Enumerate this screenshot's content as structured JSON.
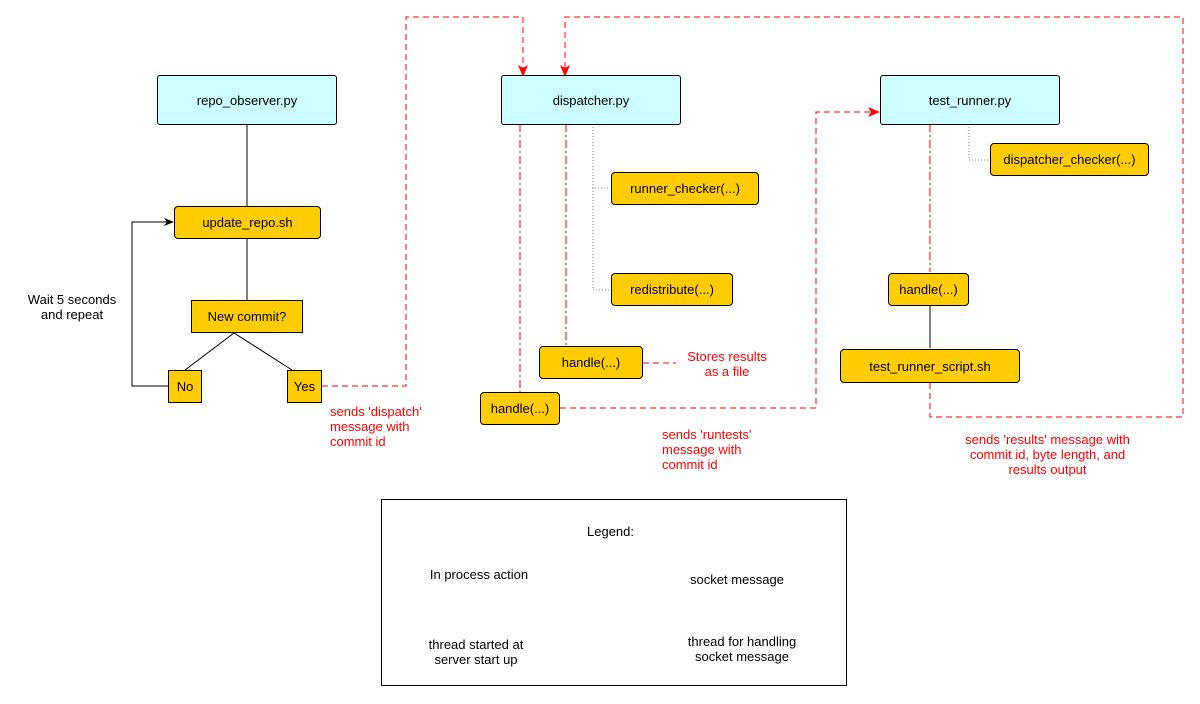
{
  "nodes": {
    "repo_observer": "repo_observer.py",
    "update_repo": "update_repo.sh",
    "new_commit": "New commit?",
    "no": "No",
    "yes": "Yes",
    "dispatcher": "dispatcher.py",
    "runner_checker": "runner_checker(...)",
    "redistribute": "redistribute(...)",
    "dispatcher_handle_results": "handle(...)",
    "dispatcher_handle_dispatch": "handle(...)",
    "test_runner": "test_runner.py",
    "dispatcher_checker": "dispatcher_checker(...)",
    "test_runner_handle": "handle(...)",
    "test_runner_script": "test_runner_script.sh"
  },
  "annotations": {
    "wait": "Wait 5 seconds\nand repeat",
    "sends_dispatch": "sends 'dispatch'\nmessage with\ncommit id",
    "stores_results": "Stores results\nas a file",
    "sends_runtests": "sends 'runtests'\nmessage with\ncommit id",
    "sends_results": "sends 'results' message with\ncommit id, byte length, and\nresults output"
  },
  "legend": {
    "title": "Legend:",
    "in_process": "In process action",
    "socket_message": "socket message",
    "thread_startup": "thread started at\nserver start up",
    "thread_handling": "thread for handling\nsocket message"
  },
  "colors": {
    "server_fill": "#ccffff",
    "step_fill": "#ffcc00",
    "socket_line": "#ff0000",
    "thread_line": "#7777dd"
  }
}
